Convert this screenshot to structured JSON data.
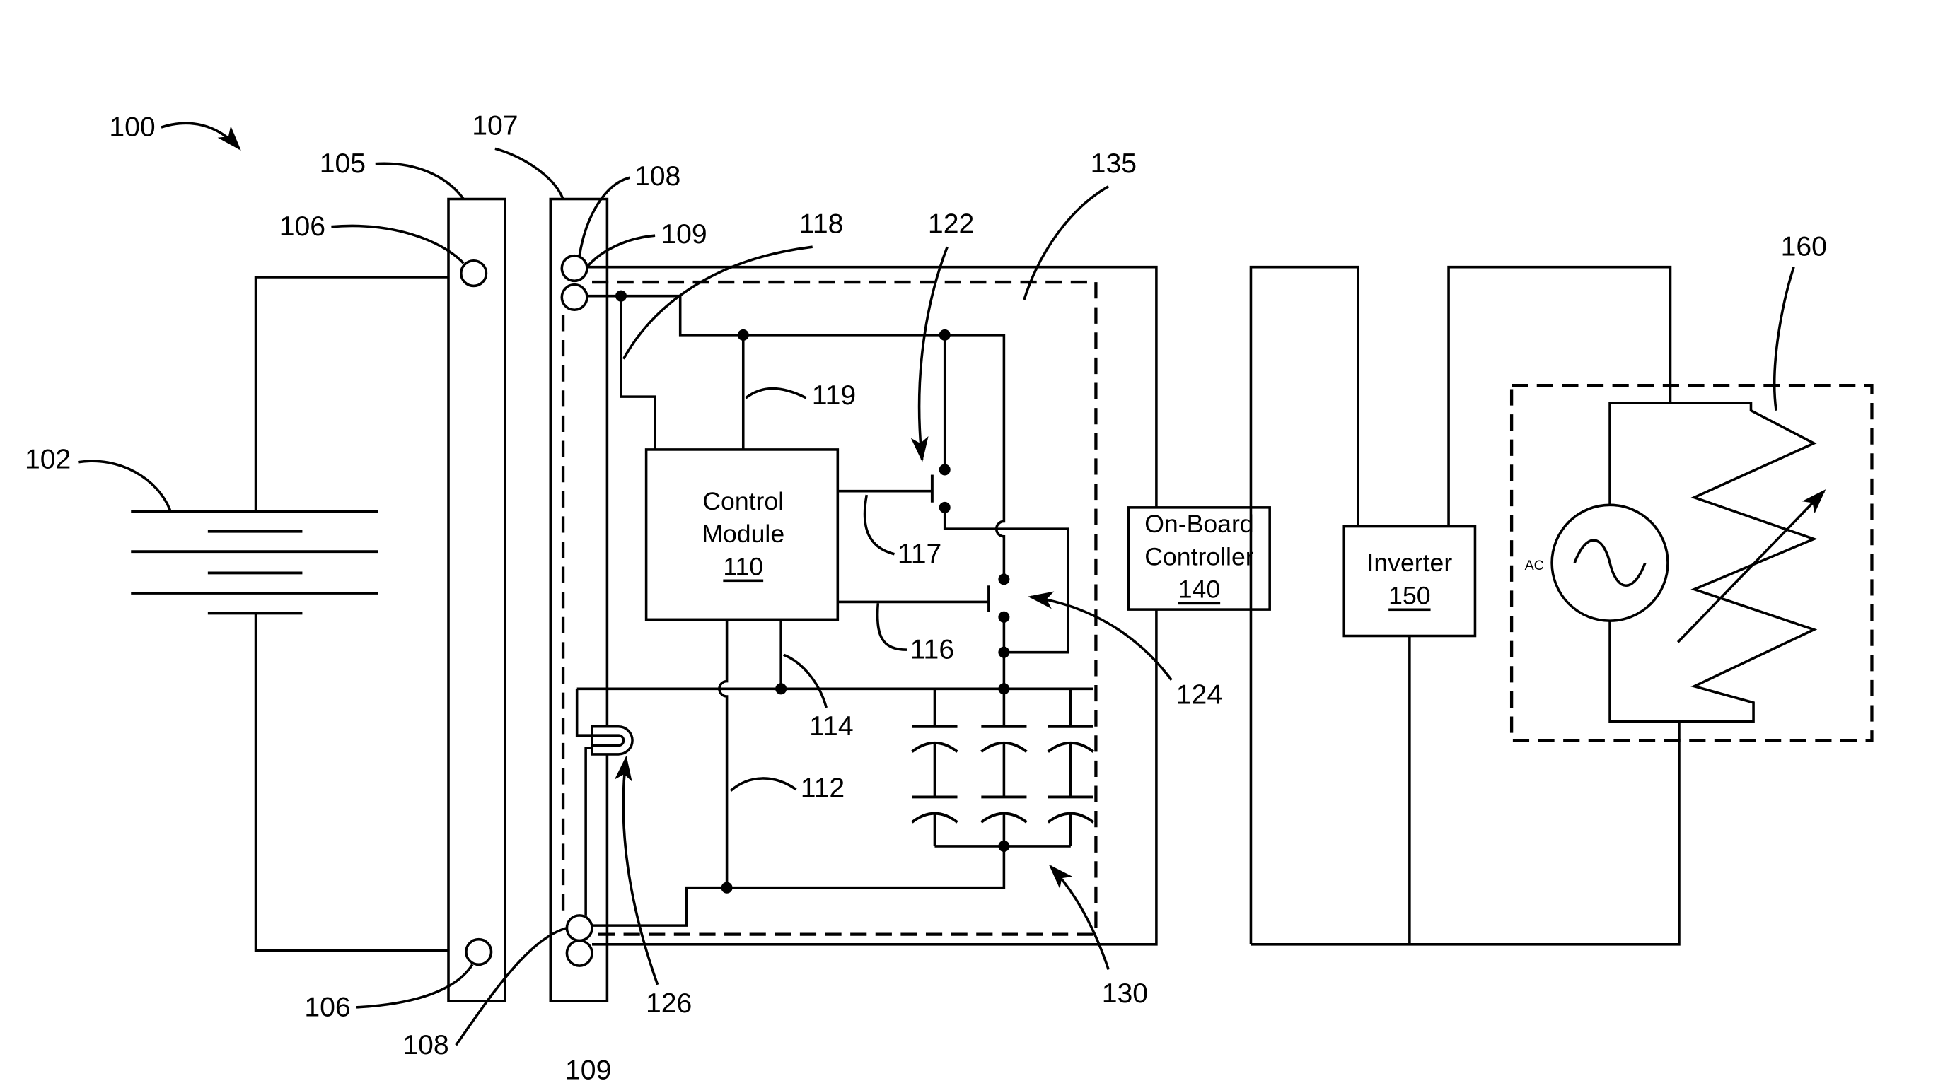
{
  "labels": {
    "ref_100": "100",
    "ref_102": "102",
    "ref_105": "105",
    "ref_106_top": "106",
    "ref_106_bottom": "106",
    "ref_107": "107",
    "ref_108_top": "108",
    "ref_108_bottom": "108",
    "ref_109_top": "109",
    "ref_109_bottom": "109",
    "ref_112": "112",
    "ref_114": "114",
    "ref_116": "116",
    "ref_117": "117",
    "ref_118": "118",
    "ref_119": "119",
    "ref_122": "122",
    "ref_124": "124",
    "ref_126": "126",
    "ref_130": "130",
    "ref_135": "135",
    "ref_160": "160"
  },
  "control_module": {
    "line1": "Control",
    "line2": "Module",
    "ref": "110"
  },
  "on_board_controller": {
    "line1": "On-Board",
    "line2": "Controller",
    "ref": "140"
  },
  "inverter": {
    "line1": "Inverter",
    "ref": "150"
  },
  "ac_source": {
    "label": "AC"
  },
  "colors": {
    "ink": "#000000",
    "background": "#ffffff"
  }
}
